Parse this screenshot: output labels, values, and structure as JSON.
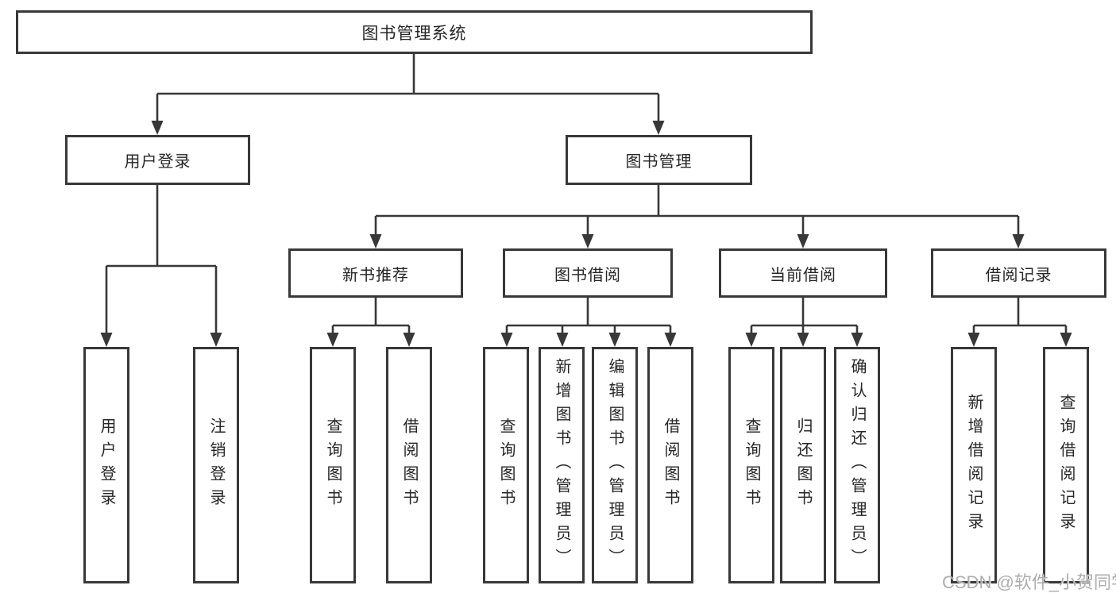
{
  "diagram": {
    "type": "hierarchy-tree",
    "root": {
      "label": "图书管理系统"
    },
    "level2": [
      {
        "label": "用户登录"
      },
      {
        "label": "图书管理"
      }
    ],
    "level3": [
      {
        "label": "新书推荐",
        "parent": "图书管理"
      },
      {
        "label": "图书借阅",
        "parent": "图书管理"
      },
      {
        "label": "当前借阅",
        "parent": "图书管理"
      },
      {
        "label": "借阅记录",
        "parent": "图书管理"
      }
    ],
    "leaves": {
      "user_login": [
        "用户登录",
        "注销登录"
      ],
      "new_book": [
        "查询图书",
        "借阅图书"
      ],
      "borrow": [
        "查询图书",
        "新增图书（管理员）",
        "编辑图书（管理员）",
        "借阅图书"
      ],
      "current": [
        "查询图书",
        "归还图书",
        "确认归还（管理员）"
      ],
      "records": [
        "新增借阅记录",
        "查询借阅记录"
      ]
    },
    "watermark": "CSDN @软件_小贺同学",
    "colors": {
      "line": "#383838",
      "box_border": "#383838",
      "text": "#262626",
      "watermark": "#aeaeae",
      "background": "#ffffff"
    }
  }
}
